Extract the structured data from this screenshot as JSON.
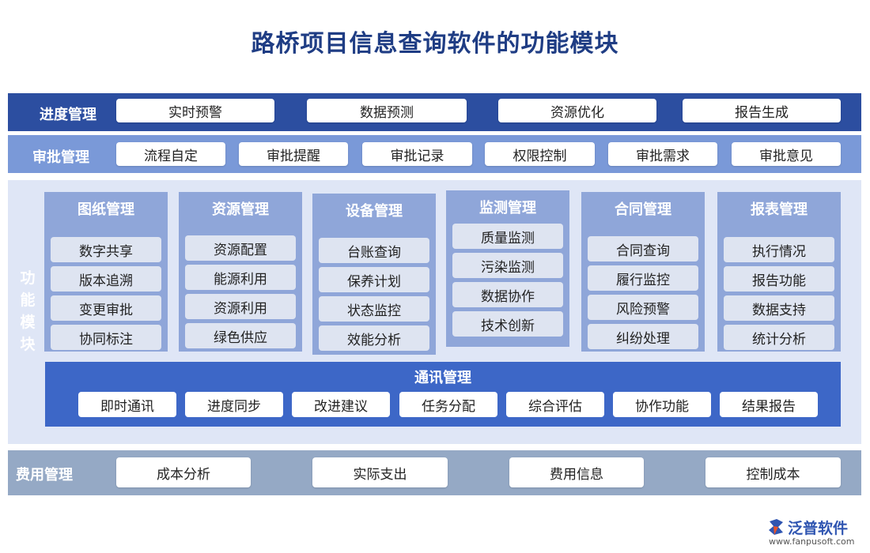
{
  "title": "路桥项目信息查询软件的功能模块",
  "progress": {
    "label": "进度管理",
    "items": [
      "实时预警",
      "数据预测",
      "资源优化",
      "报告生成"
    ]
  },
  "approval": {
    "label": "审批管理",
    "items": [
      "流程自定",
      "审批提醒",
      "审批记录",
      "权限控制",
      "审批需求",
      "审批意见"
    ]
  },
  "function": {
    "label": "功能模块",
    "modules": [
      {
        "title": "图纸管理",
        "items": [
          "数字共享",
          "版本追溯",
          "变更审批",
          "协同标注"
        ]
      },
      {
        "title": "资源管理",
        "items": [
          "资源配置",
          "能源利用",
          "资源利用",
          "绿色供应"
        ]
      },
      {
        "title": "设备管理",
        "items": [
          "台账查询",
          "保养计划",
          "状态监控",
          "效能分析"
        ]
      },
      {
        "title": "监测管理",
        "items": [
          "质量监测",
          "污染监测",
          "数据协作",
          "技术创新"
        ]
      },
      {
        "title": "合同管理",
        "items": [
          "合同查询",
          "履行监控",
          "风险预警",
          "纠纷处理"
        ]
      },
      {
        "title": "报表管理",
        "items": [
          "执行情况",
          "报告功能",
          "数据支持",
          "统计分析"
        ]
      }
    ],
    "comm": {
      "title": "通讯管理",
      "items": [
        "即时通讯",
        "进度同步",
        "改进建议",
        "任务分配",
        "综合评估",
        "协作功能",
        "结果报告"
      ]
    }
  },
  "cost": {
    "label": "费用管理",
    "items": [
      "成本分析",
      "实际支出",
      "费用信息",
      "控制成本"
    ]
  },
  "logo": {
    "name": "泛普软件",
    "url": "www.fanpusoft.com",
    "icon": "fanpu-logo-icon"
  },
  "colors": {
    "title": "#1f3d84",
    "progress_band": "#2c4ea0",
    "approval_band": "#7a99d8",
    "function_band": "#dfe6f6",
    "module_card": "#8fa6d9",
    "comm_band": "#3d67c7",
    "cost_band": "#95a9c5"
  }
}
